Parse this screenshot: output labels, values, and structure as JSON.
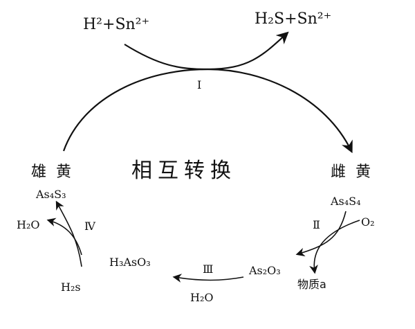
{
  "top": {
    "reactants": "H²+Sn²⁺",
    "products": "H₂S+Sn²⁺",
    "step": "Ⅰ"
  },
  "center_title": "相互转换",
  "left_node": {
    "label": "雄黄",
    "formula": "As₄S₃"
  },
  "right_node": {
    "label": "雌黄",
    "formula": "As₄S₄"
  },
  "step2": {
    "numeral": "Ⅱ",
    "reagent": "O₂",
    "product_a": "As₂O₃",
    "product_b": "物质a"
  },
  "step3": {
    "numeral": "Ⅲ",
    "product": "H₃AsO₃",
    "byproduct": "H₂O"
  },
  "step4": {
    "numeral": "Ⅳ",
    "reagent": "H₂s",
    "byproduct": "H₂O"
  }
}
